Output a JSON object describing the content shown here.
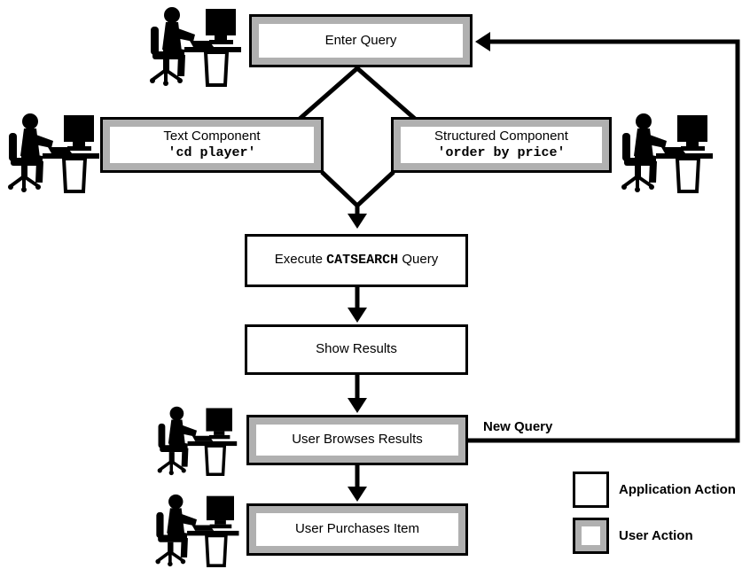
{
  "diagram": {
    "nodes": {
      "enter_query": {
        "label": "Enter Query",
        "type": "user"
      },
      "text_component": {
        "title": "Text Component",
        "code": "'cd player'",
        "type": "user"
      },
      "structured_component": {
        "title": "Structured Component",
        "code": "'order by price'",
        "type": "user"
      },
      "execute_query": {
        "prefix": "Execute ",
        "code": "CATSEARCH",
        "suffix": " Query",
        "type": "application"
      },
      "show_results": {
        "label": "Show Results",
        "type": "application"
      },
      "user_browses_results": {
        "label": "User Browses Results",
        "type": "user"
      },
      "user_purchases_item": {
        "label": "User Purchases Item",
        "type": "user"
      }
    },
    "edges": {
      "feedback_label": "New Query"
    },
    "legend": {
      "application_action": "Application Action",
      "user_action": "User Action"
    },
    "icons": {
      "person_workstation": "person seated at computer workstation"
    },
    "colors": {
      "user_action_frame": "#b0b0b0",
      "application_action_fill": "#ffffff",
      "line": "#000000",
      "background": "#ffffff"
    }
  }
}
